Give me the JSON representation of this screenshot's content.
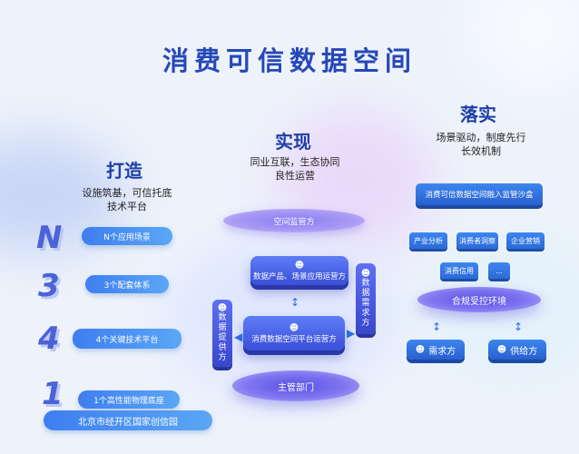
{
  "title": "消费可信数据空间",
  "left": {
    "heading": "打造",
    "subtitle_lines": [
      "设施筑基，可信托底",
      "技术平台"
    ],
    "numbers": [
      "N",
      "3",
      "4",
      "1"
    ],
    "layers": [
      "N个应用场景",
      "3个配套体系",
      "4个关键技术平台",
      "1个高性能物理底座"
    ],
    "base_label": "北京市经开区国家创信园"
  },
  "middle": {
    "heading": "实现",
    "subtitle_lines": [
      "同业互联，生态协同",
      "良性运营"
    ],
    "top_plate": "空间监管方",
    "upper_box": "数据产品、场景应用运营方",
    "lower_box": "消费数据空间平台运营方",
    "left_tower": [
      "数",
      "据",
      "提",
      "供",
      "方"
    ],
    "right_tower": [
      "数",
      "据",
      "需",
      "求",
      "方"
    ],
    "bottom_plate": "主管部门"
  },
  "right": {
    "heading": "落实",
    "subtitle_lines": [
      "场景驱动，制度先行",
      "长效机制"
    ],
    "sandbox": "消费可信数据空间融入监管沙盒",
    "row1": [
      "产业分析",
      "消费者洞察",
      "企业营销"
    ],
    "row2": [
      "消费信用",
      "..."
    ],
    "environment": "合规受控环境",
    "roles": [
      "需求方",
      "供给方"
    ]
  },
  "icons": [
    "user-icon",
    "arrow-icon"
  ]
}
